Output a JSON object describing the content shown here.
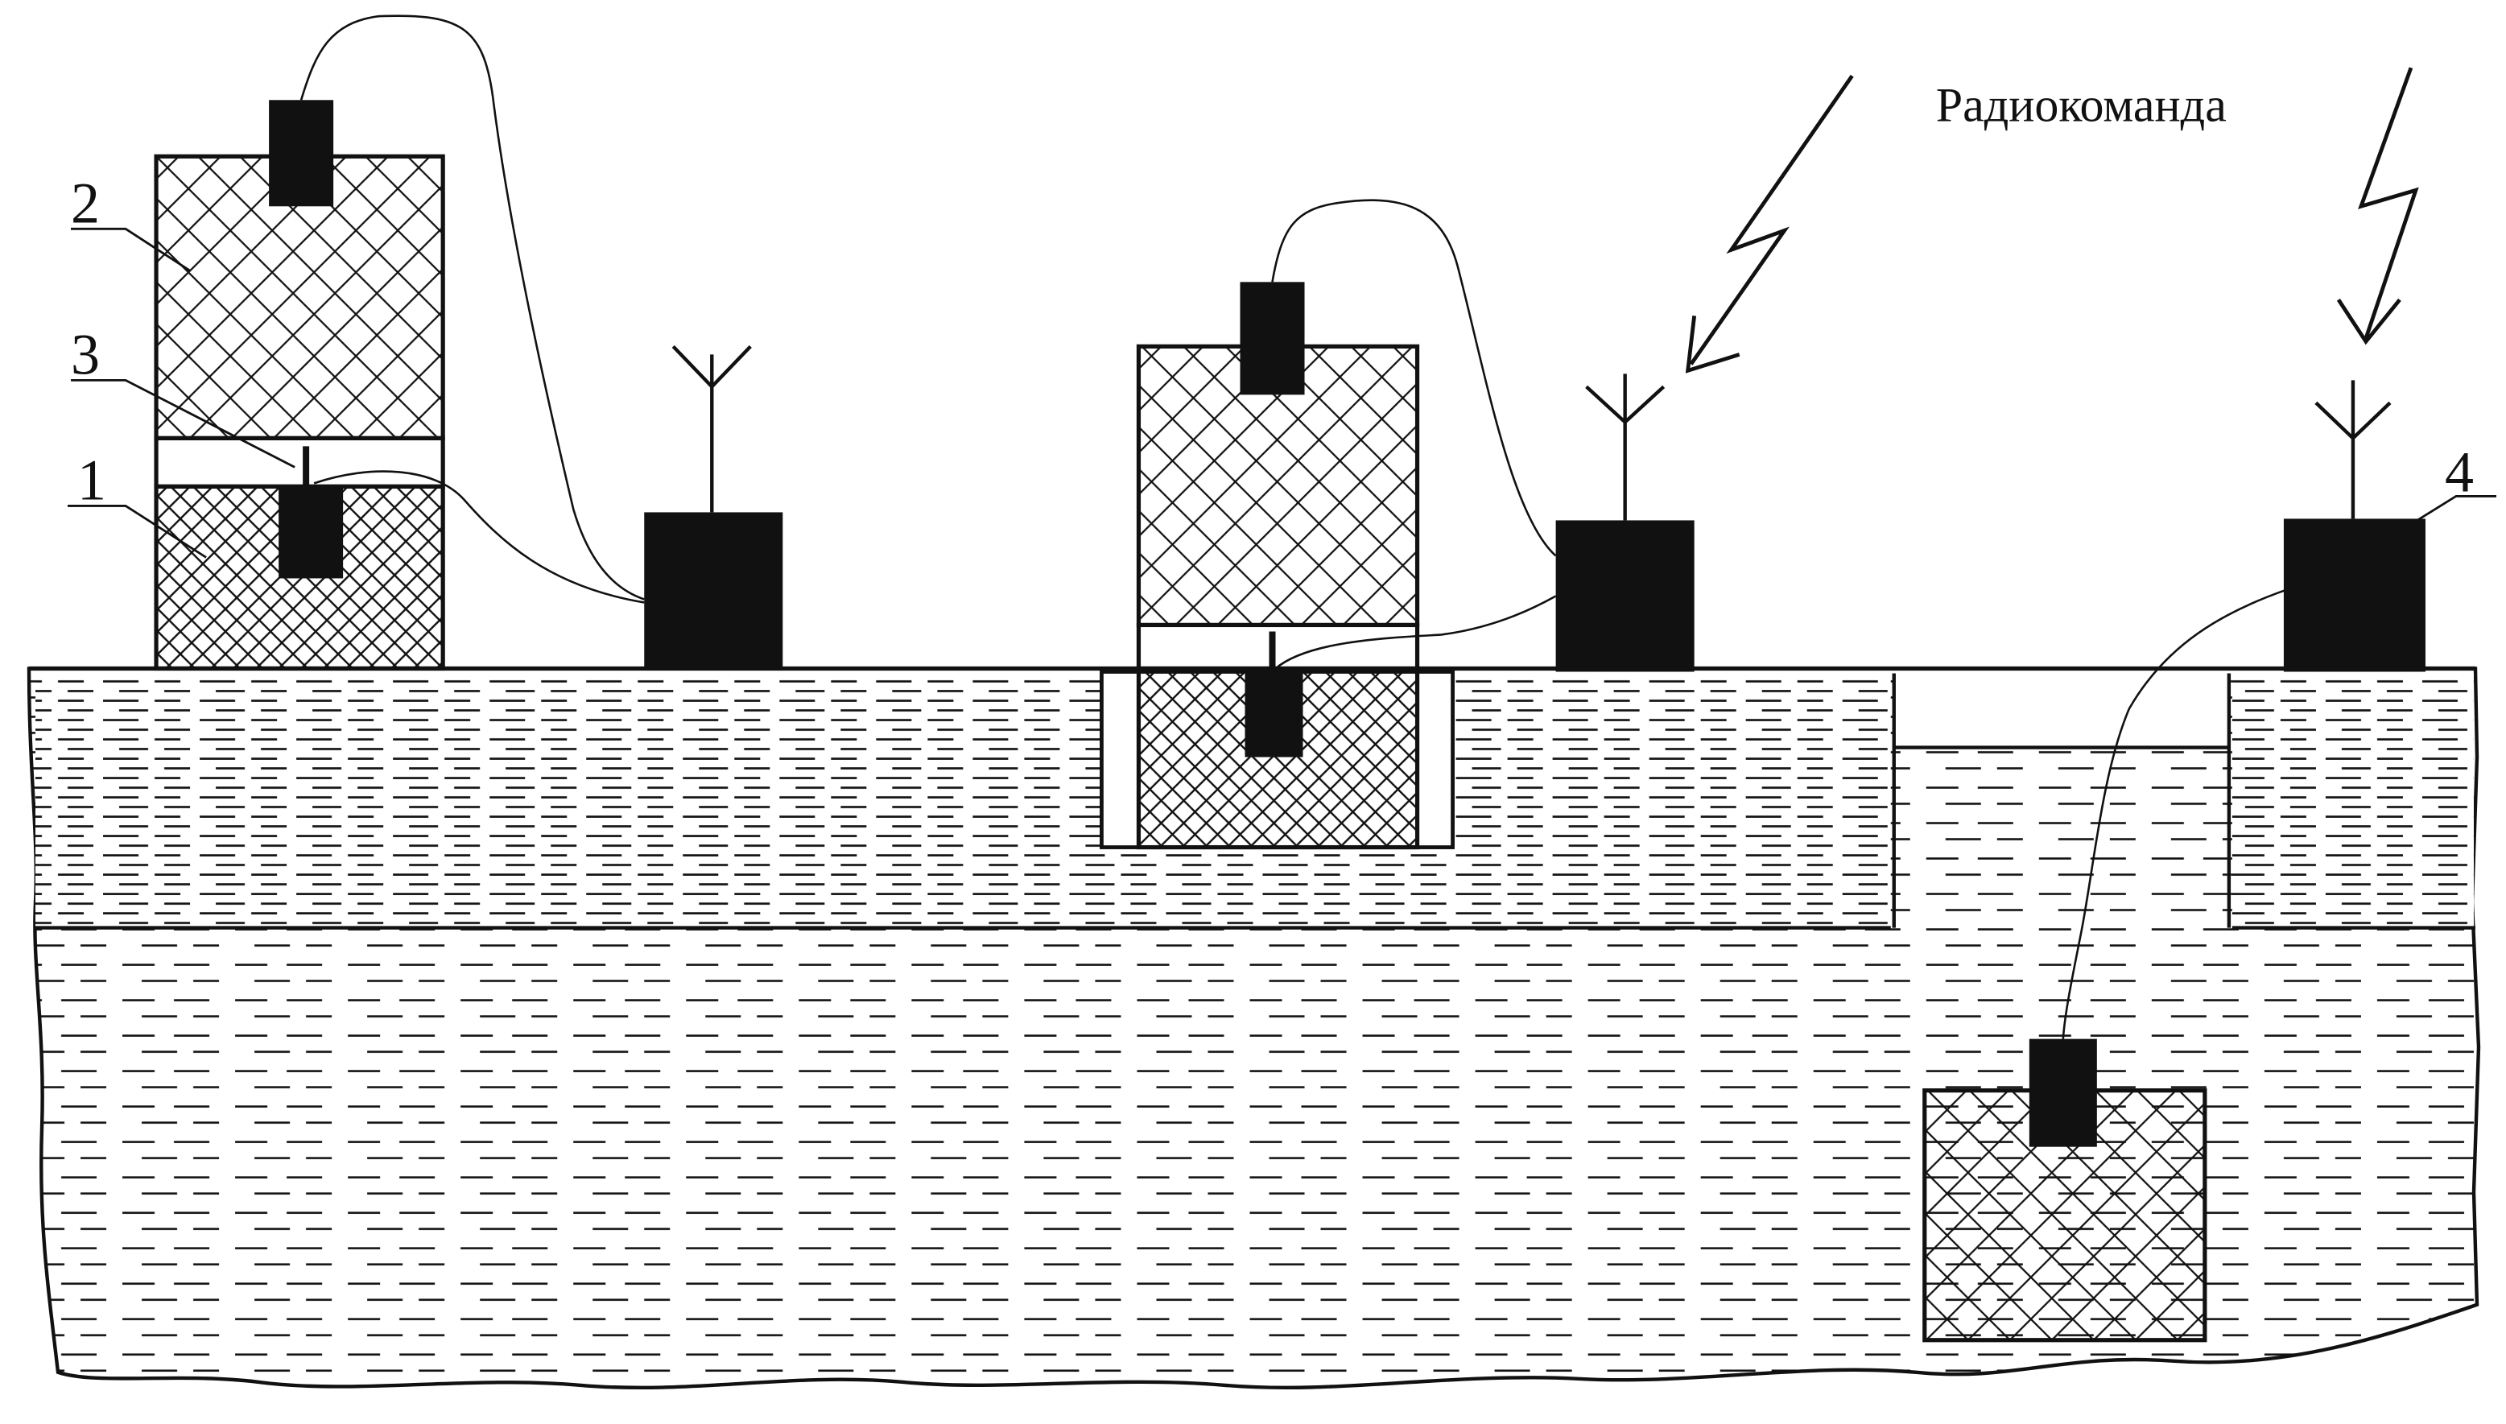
{
  "labels": {
    "caption": "Радиокоманда",
    "ref_1": "1",
    "ref_2": "2",
    "ref_3": "3",
    "ref_4": "4"
  },
  "colors": {
    "ink": "#111111",
    "background": "#ffffff"
  }
}
